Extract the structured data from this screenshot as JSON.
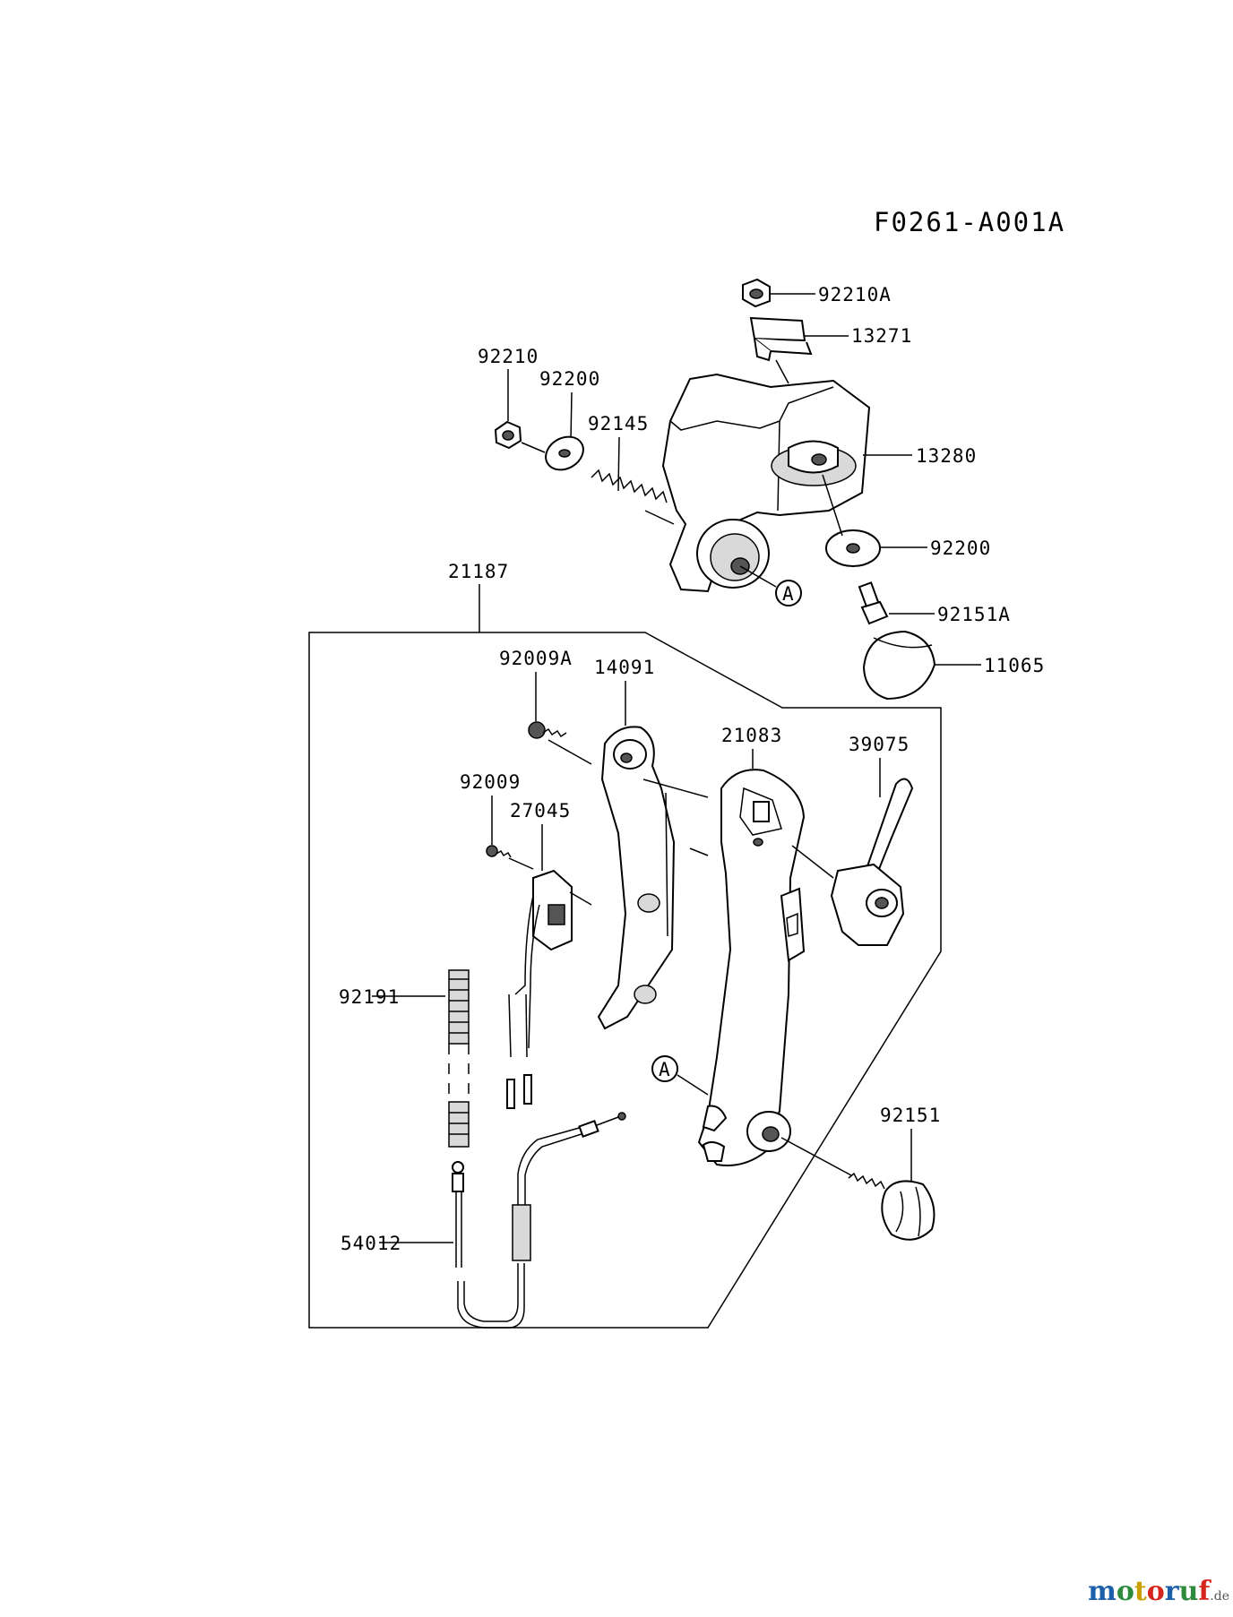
{
  "diagram_code": "F0261-A001A",
  "group_label": "21187",
  "reference_marker": "A",
  "parts": {
    "nut_92210A": "92210A",
    "clip_13271": "13271",
    "nut_92210": "92210",
    "washer_92200_left": "92200",
    "spring_92145": "92145",
    "bracket_13280": "13280",
    "washer_92200_right": "92200",
    "bolt_92151A": "92151A",
    "cap_11065": "11065",
    "screw_92009A": "92009A",
    "plate_14091": "14091",
    "handle_21083": "21083",
    "lever_39075": "39075",
    "screw_92009": "92009",
    "switch_27045": "27045",
    "stud_92191": "92191",
    "knob_92151": "92151",
    "cable_54012": "54012"
  },
  "watermark": {
    "letters": [
      "m",
      "o",
      "t",
      "o",
      "r",
      "u",
      "f"
    ],
    "suffix": ".de",
    "colors": [
      "#1d5fa8",
      "#2e8b3d",
      "#c9a000",
      "#d4261c",
      "#1d5fa8",
      "#2e8b3d",
      "#d4261c"
    ]
  }
}
